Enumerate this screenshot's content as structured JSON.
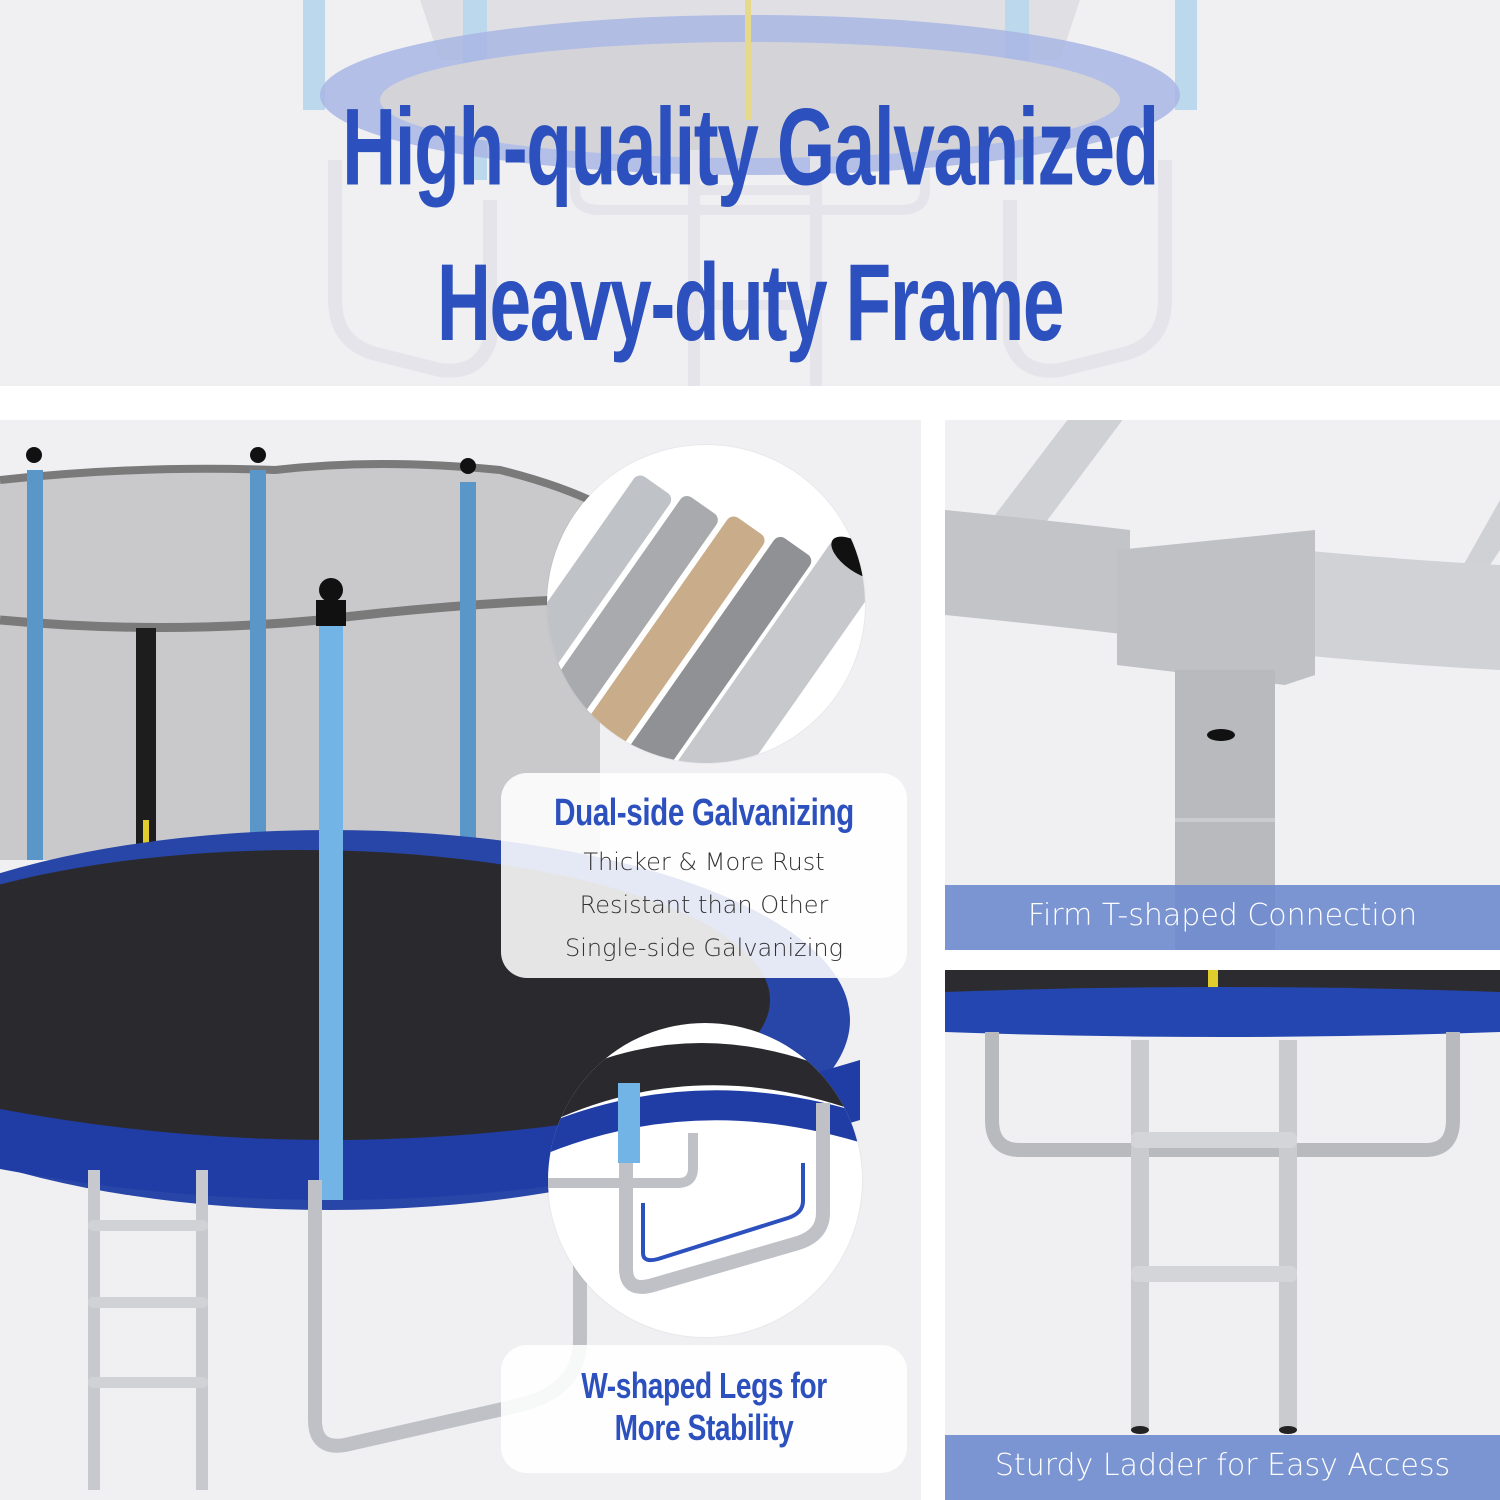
{
  "banner": {
    "title_line1": "High-quality Galvanized",
    "title_line2": "Heavy-duty Frame",
    "title_color": "#2c50bd"
  },
  "main_panel": {
    "galvanizing_card": {
      "title": "Dual-side Galvanizing",
      "body_lines": [
        "Thicker & More Rust",
        "Resistant than Other",
        "Single-side Galvanizing"
      ]
    },
    "legs_card": {
      "title_lines": [
        "W-shaped Legs for",
        "More Stability"
      ]
    },
    "callouts": [
      {
        "name": "pipe-layers-closeup",
        "depicts": "galvanized pipe cross-section layers"
      },
      {
        "name": "w-leg-closeup",
        "depicts": "W-shaped leg with highlighted outline"
      }
    ]
  },
  "side_panels": [
    {
      "label": "Firm T-shaped Connection"
    },
    {
      "label": "Sturdy Ladder for Easy Access"
    }
  ],
  "colors": {
    "accent_blue": "#2c50bd",
    "label_band": "#7a8fd0",
    "background": "#f0f0f3",
    "pad_blue": "#1f3fa8",
    "pole_blue": "#6fb0e0"
  }
}
